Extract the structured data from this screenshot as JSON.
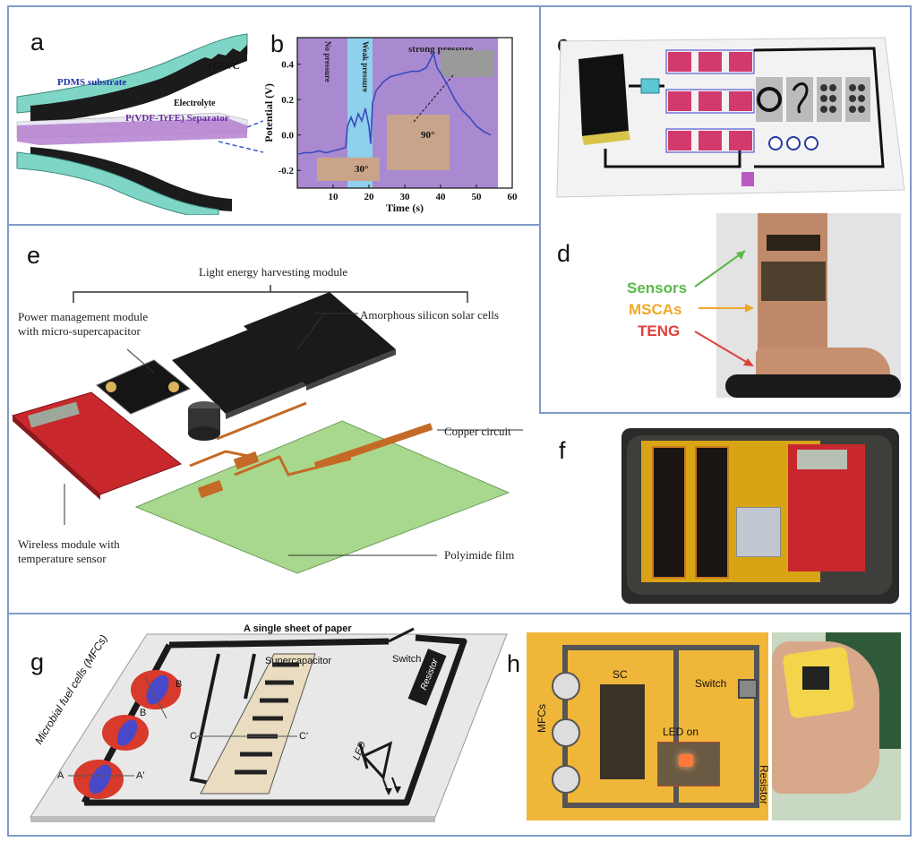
{
  "panels": {
    "a": {
      "label": "a",
      "layers": [
        "rGO/C",
        "PDMS substrate",
        "Electrolyte",
        "P(VDF-TrFE) Separator"
      ]
    },
    "b": {
      "label": "b"
    },
    "c": {
      "label": "c"
    },
    "d": {
      "label": "d",
      "sensors": "Sensors",
      "mscas": "MSCAs",
      "teng": "TENG"
    },
    "e": {
      "label": "e",
      "light_module": "Light energy harvesting module",
      "power_line1": "Power management module",
      "power_line2": "with micro-supercapacitor",
      "solar": "Amorphous silicon solar cells",
      "copper": "Copper circuit",
      "wireless_line1": "Wireless module with",
      "wireless_line2": "temperature sensor",
      "polyimide": "Polyimide film"
    },
    "f": {
      "label": "f"
    },
    "g": {
      "label": "g",
      "sheet": "A single sheet of paper",
      "mfcs": "Microbial fuel cells (MFCs)",
      "supercap": "Supercapacitor",
      "switch": "Switch",
      "resistor": "Resistor",
      "led": "LED",
      "c": "C",
      "c_prime": "C'",
      "a": "A",
      "a_prime": "A'",
      "b": "B",
      "b2": "B"
    },
    "h": {
      "label": "h",
      "sc": "SC",
      "switch": "Switch",
      "mfcs": "MFCs",
      "led_on": "LED on",
      "resistor": "Resistor"
    }
  },
  "chart_data": {
    "type": "line",
    "xlabel": "Time (s)",
    "ylabel": "Potential (V)",
    "xlim": [
      0,
      60
    ],
    "ylim": [
      -0.3,
      0.55
    ],
    "xticks": [
      "10",
      "20",
      "30",
      "40",
      "50",
      "60"
    ],
    "yticks": [
      "-0.2",
      "0.0",
      "0.2",
      "0.4"
    ],
    "regions": [
      {
        "label": "No pressure",
        "x": [
          0,
          14
        ]
      },
      {
        "label": "Weak pressure",
        "x": [
          14,
          21
        ]
      },
      {
        "label": "strong pressure",
        "x": [
          21,
          60
        ]
      }
    ],
    "annotations": [
      "30°",
      "90°"
    ],
    "series": [
      {
        "x": [
          0,
          2,
          4,
          6,
          8,
          10,
          12,
          13.5,
          14,
          15,
          16,
          17,
          18,
          19,
          20,
          20.5,
          21,
          22,
          24,
          26,
          28,
          30,
          32,
          34,
          36,
          37,
          38,
          39,
          40,
          42,
          44,
          46,
          48,
          50,
          52,
          54
        ],
        "y": [
          -0.11,
          -0.1,
          -0.1,
          -0.09,
          -0.1,
          -0.09,
          -0.08,
          -0.07,
          0.05,
          0.1,
          0.05,
          0.12,
          0.08,
          0.15,
          0.05,
          -0.05,
          0.18,
          0.25,
          0.3,
          0.33,
          0.34,
          0.35,
          0.36,
          0.36,
          0.38,
          0.42,
          0.46,
          0.38,
          0.35,
          0.28,
          0.2,
          0.14,
          0.1,
          0.05,
          0.02,
          0.0
        ]
      }
    ]
  }
}
